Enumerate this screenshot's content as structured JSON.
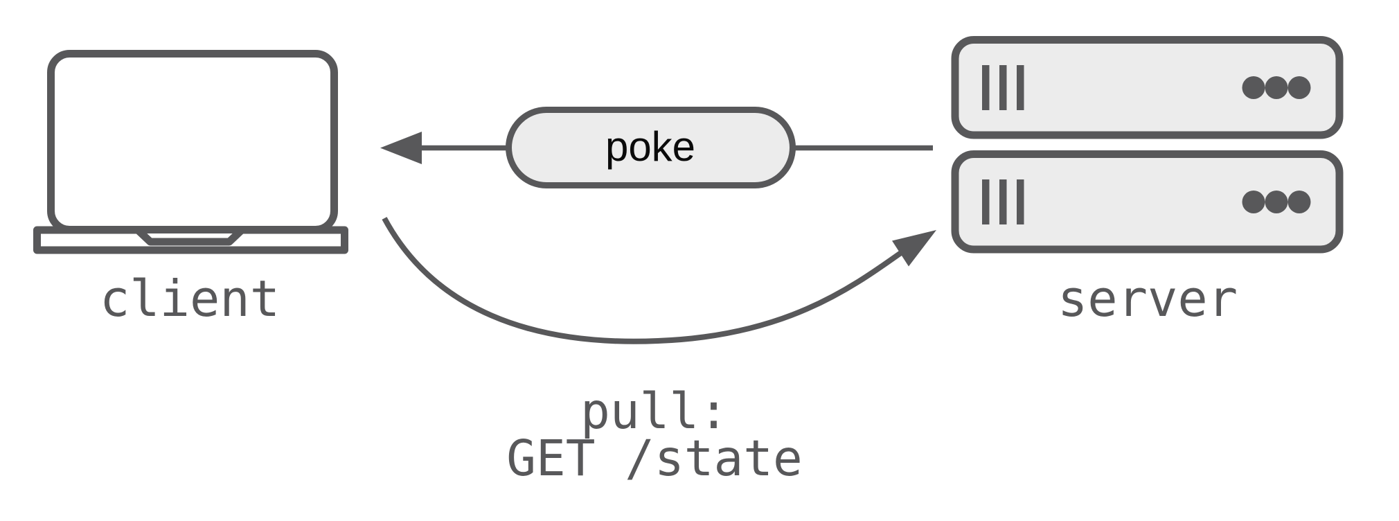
{
  "diagram": {
    "type": "architecture-flow",
    "background": "#ffffff",
    "colors": {
      "stroke": "#58585a",
      "node_fill": "#ececec",
      "pill_fill": "#ececec",
      "label_text": "#58585a",
      "poke_text": "#0b0b0b"
    },
    "nodes": {
      "client": {
        "label": "client",
        "icon": "laptop-icon"
      },
      "server": {
        "label": "server",
        "icon": "server-stack-icon"
      }
    },
    "edges": {
      "poke": {
        "label": "poke",
        "from": "server",
        "to": "client",
        "style": "straight-arrow-left"
      },
      "pull": {
        "label_line1": "pull:",
        "label_line2": "GET /state",
        "from": "client",
        "to": "server",
        "style": "curved-arrow-right"
      }
    }
  }
}
